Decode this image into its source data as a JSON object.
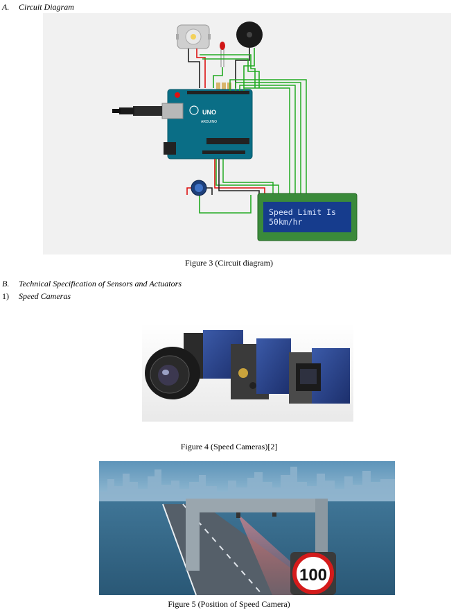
{
  "section_a": {
    "label": "A.",
    "title": "Circuit Diagram"
  },
  "circuit": {
    "board_brand": "UNO",
    "board_name": "ARDUINO",
    "lcd_line1": "Speed Limit Is",
    "lcd_line2": "50km/hr"
  },
  "figure3_caption": "Figure 3 (Circuit diagram)",
  "section_b": {
    "label": "B.",
    "title": "Technical Specification of Sensors and Actuators"
  },
  "subsection_1": {
    "label": "1)",
    "title": "Speed Cameras"
  },
  "figure4_caption": "Figure 4 (Speed Cameras)[2]",
  "speed_sign": "100",
  "figure5_caption": "Figure 5 (Position of Speed Camera)"
}
